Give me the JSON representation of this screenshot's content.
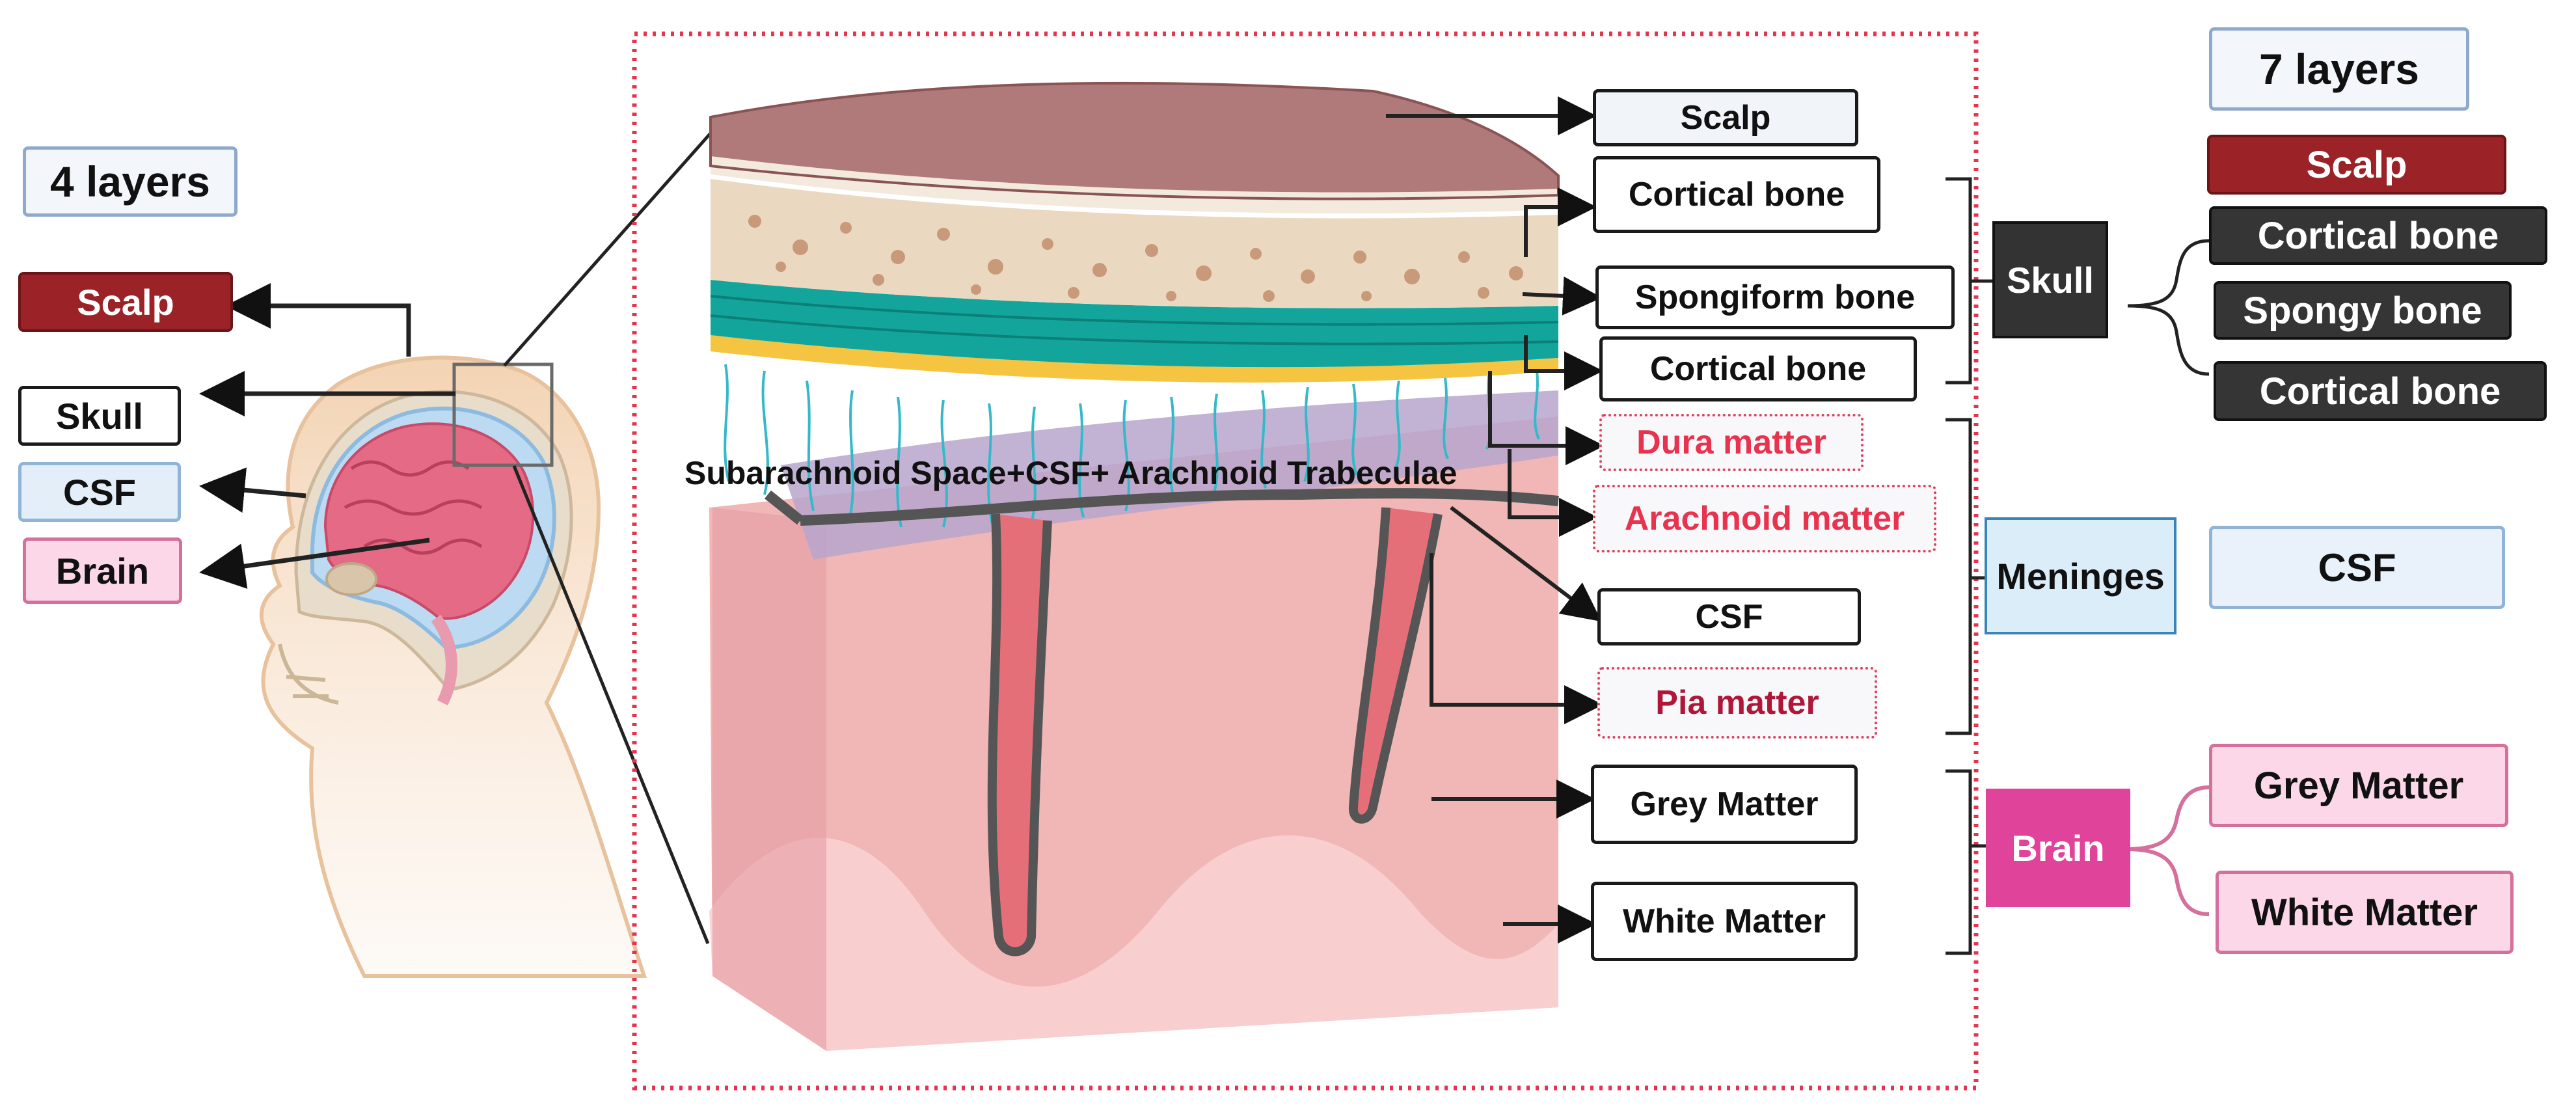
{
  "left_panel": {
    "title": "4 layers",
    "labels": {
      "scalp": "Scalp",
      "skull": "Skull",
      "csf": "CSF",
      "brain": "Brain"
    }
  },
  "section": {
    "space_label": "Subarachnoid Space+CSF+ Arachnoid Trabeculae",
    "layers": {
      "scalp": "Scalp",
      "cortical_top": "Cortical bone",
      "spongiform": "Spongiform bone",
      "cortical_bottom": "Cortical bone",
      "dura": "Dura matter",
      "arachnoid": "Arachnoid matter",
      "csf": "CSF",
      "pia": "Pia matter",
      "grey": "Grey Matter",
      "white": "White Matter"
    }
  },
  "groups": {
    "skull": "Skull",
    "meninges": "Meninges",
    "brain": "Brain"
  },
  "right_panel": {
    "title": "7 layers",
    "scalp": "Scalp",
    "cortical_top": "Cortical bone",
    "spongy": "Spongy bone",
    "cortical_bottom": "Cortical bone",
    "csf": "CSF",
    "grey": "Grey Matter",
    "white": "White Matter"
  },
  "colors": {
    "scalp": "#9b2226",
    "skull_group": "#333333",
    "meninges_border": "#3a84b8",
    "brain_group": "#e0449a",
    "dotted_frame": "#e8334f",
    "csf_fill": "#e3eef9",
    "brain_fill": "#fbd7e7"
  }
}
